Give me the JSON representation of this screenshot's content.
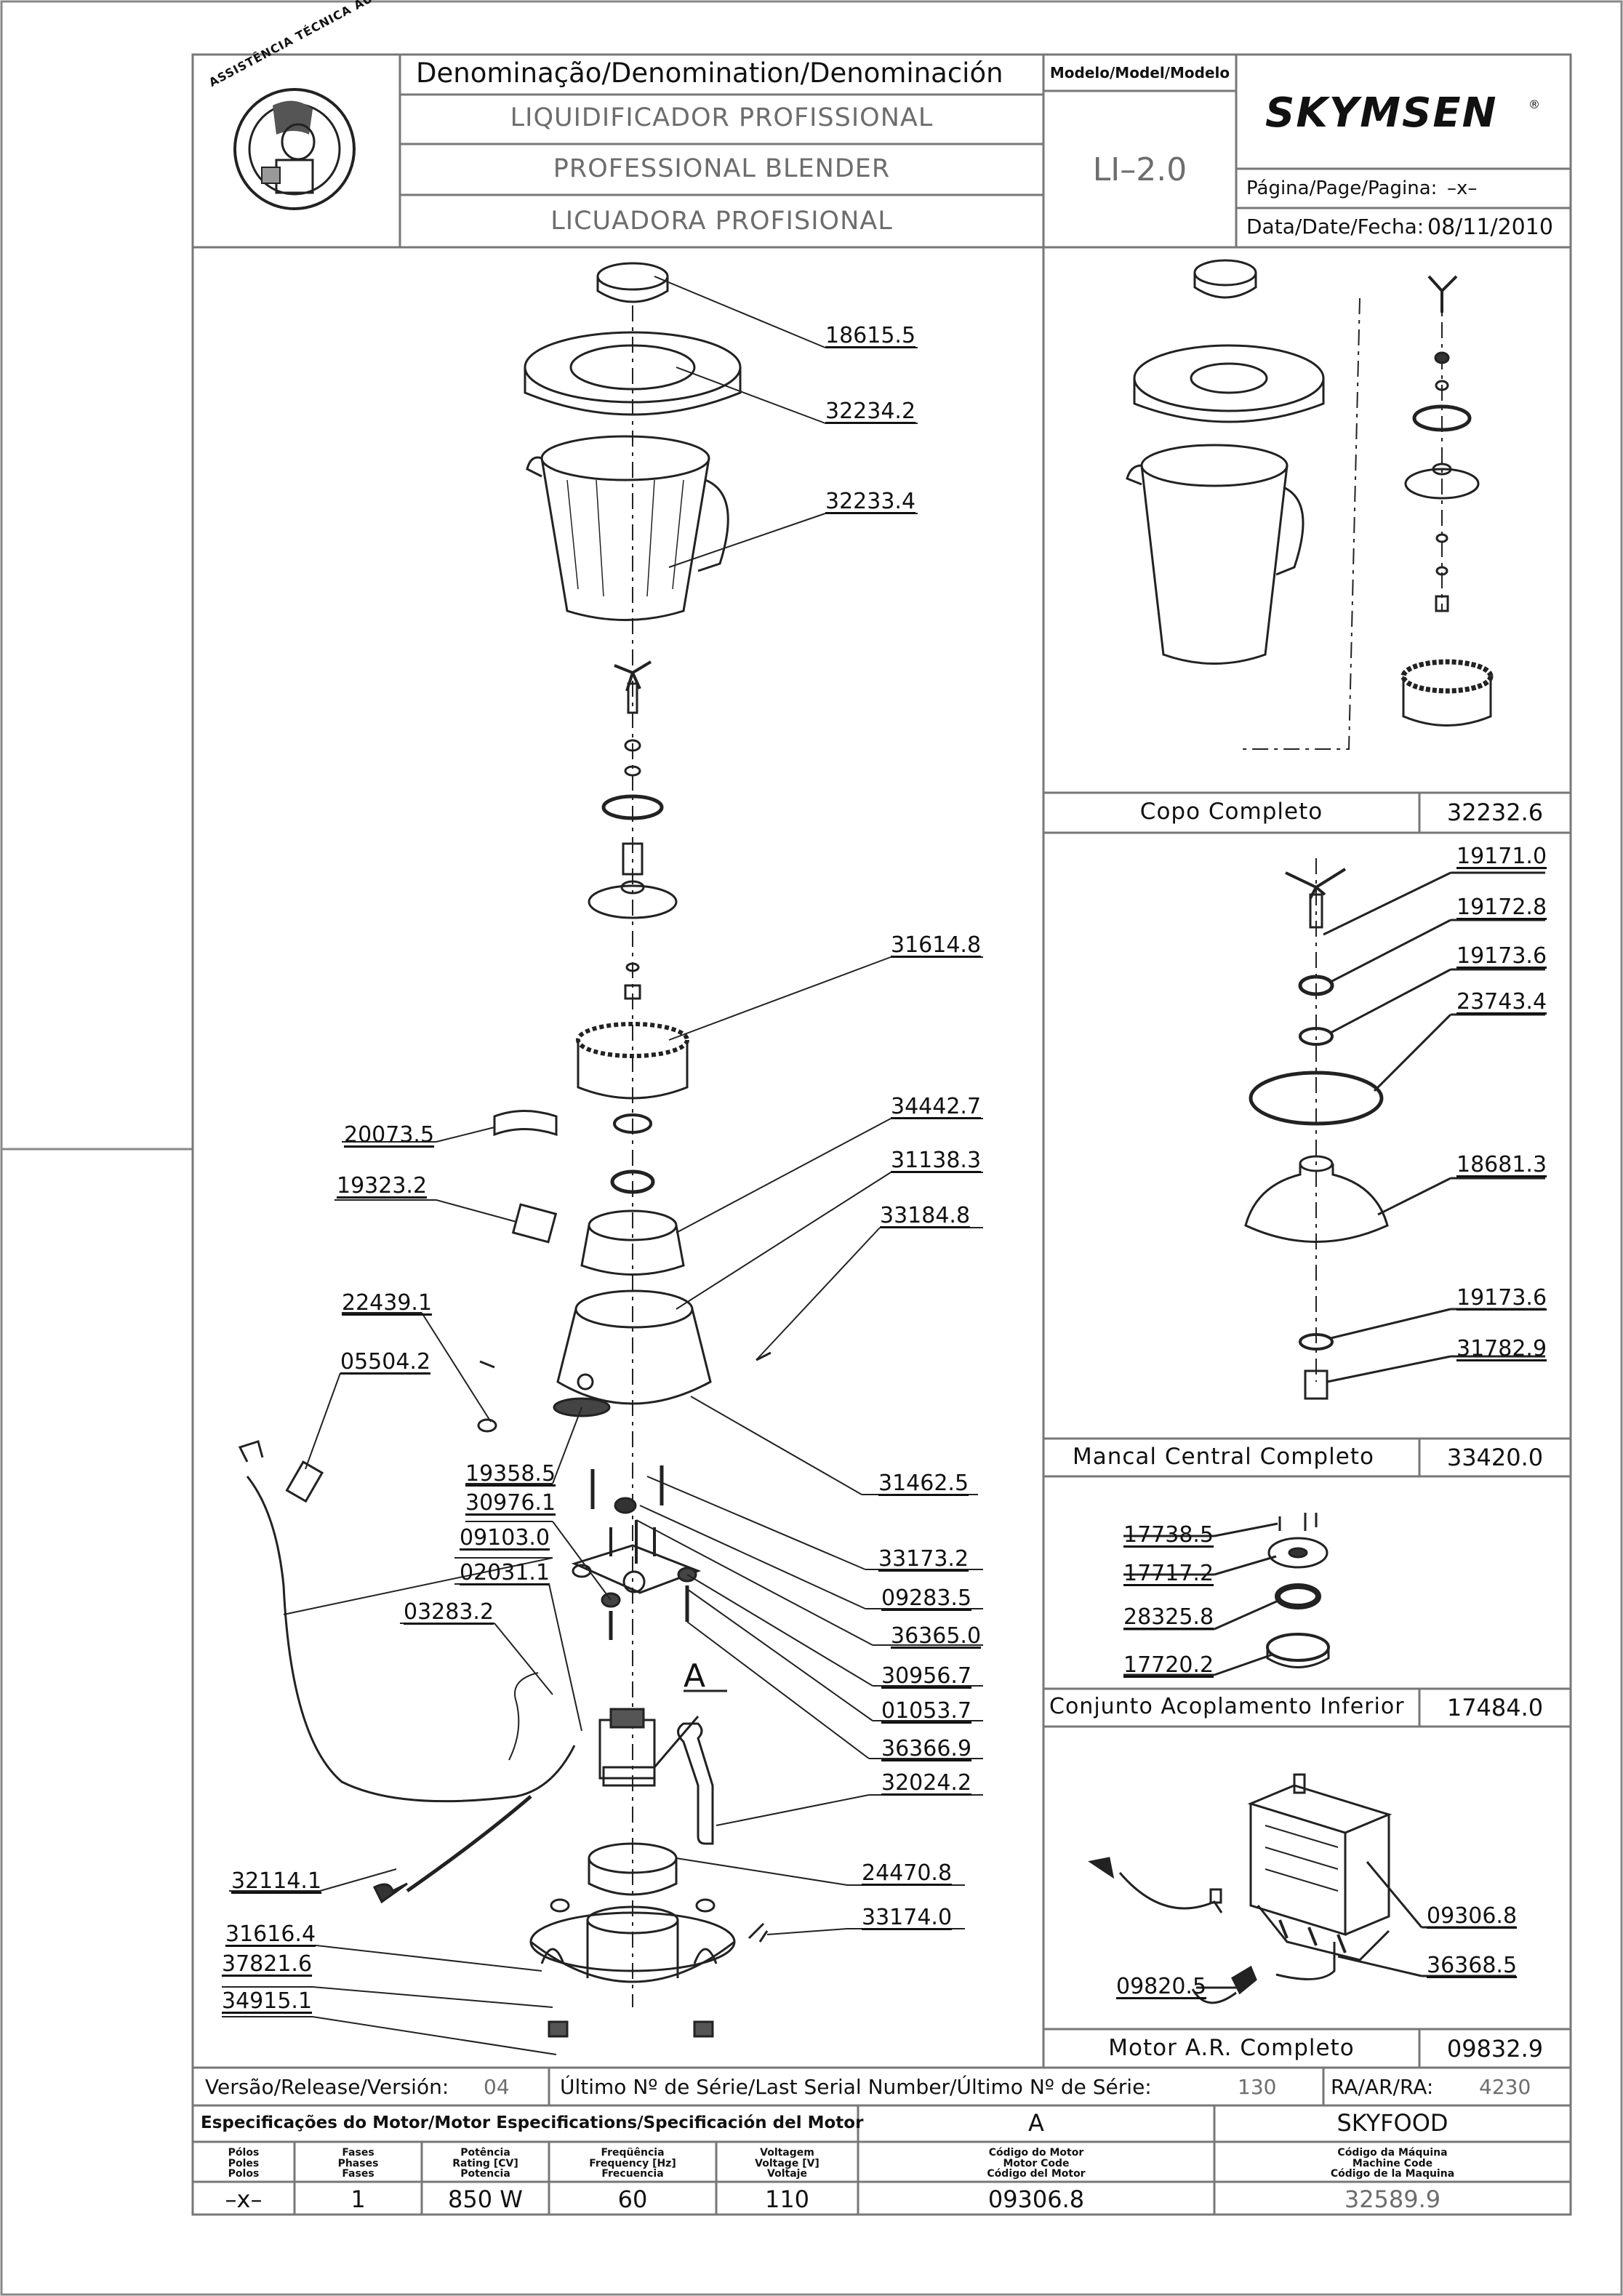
{
  "header": {
    "logo_text": "ASSISTÊNCIA TÉCNICA AUTORIZADA",
    "denomination_label": "Denominação/Denomination/Denominación",
    "names": [
      "LIQUIDIFICADOR PROFISSIONAL",
      "PROFESSIONAL BLENDER",
      "LICUADORA PROFISIONAL"
    ],
    "model_label": "Modelo/Model/Modelo",
    "model_value": "LI–2.0",
    "brand": "SKYMSEN",
    "brand_reg": "®",
    "page_label": "Página/Page/Pagina:",
    "page_value": "–x–",
    "date_label": "Data/Date/Fecha:",
    "date_value": "08/11/2010"
  },
  "main_parts": [
    "18615.5",
    "32234.2",
    "32233.4",
    "31614.8",
    "34442.7",
    "20073.5",
    "31138.3",
    "19323.2",
    "33184.8",
    "22439.1",
    "05504.2",
    "19358.5",
    "31462.5",
    "30976.1",
    "33173.2",
    "09103.0",
    "09283.5",
    "02031.1",
    "36365.0",
    "03283.2",
    "30956.7",
    "01053.7",
    "36366.9",
    "32024.2",
    "24470.8",
    "32114.1",
    "33174.0",
    "31616.4",
    "37821.6",
    "34915.1"
  ],
  "detail_a_label": "A",
  "assemblies": [
    {
      "name": "Copo Completo",
      "code": "32232.6",
      "parts": []
    },
    {
      "name": "Mancal Central Completo",
      "code": "33420.0",
      "parts": [
        "19171.0",
        "19172.8",
        "19173.6",
        "23743.4",
        "18681.3",
        "19173.6",
        "31782.9"
      ]
    },
    {
      "name": "Conjunto Acoplamento Inferior",
      "code": "17484.0",
      "parts": [
        "17738.5",
        "17717.2",
        "28325.8",
        "17720.2"
      ]
    },
    {
      "name": "Motor A.R. Completo",
      "code": "09832.9",
      "parts": [
        "09306.8",
        "36368.5",
        "09820.5"
      ]
    }
  ],
  "release_row": {
    "version_label": "Versão/Release/Versión:",
    "version_value": "04",
    "serial_label": "Último Nº de Série/Last Serial Number/Último Nº de Série:",
    "serial_value": "130",
    "ra_label": "RA/AR/RA:",
    "ra_value": "4230"
  },
  "spec": {
    "title": "Especificações do Motor/Motor Especifications/Specificación del Motor",
    "motor_letter": "A",
    "brand_name": "SKYFOOD",
    "headers": [
      "Pólos\nPoles\nPolos",
      "Fases\nPhases\nFases",
      "Potência\nRating [CV]\nPotencia",
      "Freqüência\nFrequency [Hz]\nFrecuencia",
      "Voltagem\nVoltage [V]\nVoltaje",
      "Código do Motor\nMotor Code\nCódigo del Motor",
      "Código da Máquina\nMachine Code\nCódigo de la Maquina"
    ],
    "values": [
      "–x–",
      "1",
      "850 W",
      "60",
      "110",
      "09306.8",
      "32589.9"
    ]
  }
}
